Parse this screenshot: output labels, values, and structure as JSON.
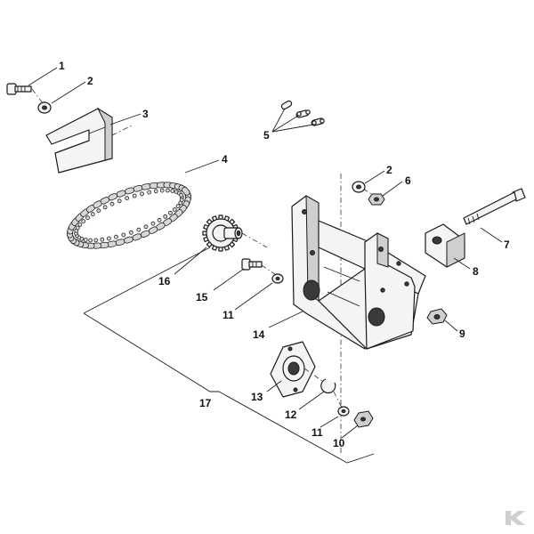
{
  "diagram": {
    "callouts": [
      {
        "id": "c1",
        "text": "1"
      },
      {
        "id": "c2a",
        "text": "2"
      },
      {
        "id": "c3",
        "text": "3"
      },
      {
        "id": "c4",
        "text": "4"
      },
      {
        "id": "c5",
        "text": "5"
      },
      {
        "id": "c2b",
        "text": "2"
      },
      {
        "id": "c6",
        "text": "6"
      },
      {
        "id": "c7",
        "text": "7"
      },
      {
        "id": "c8",
        "text": "8"
      },
      {
        "id": "c9",
        "text": "9"
      },
      {
        "id": "c16",
        "text": "16"
      },
      {
        "id": "c15",
        "text": "15"
      },
      {
        "id": "c11a",
        "text": "11"
      },
      {
        "id": "c14",
        "text": "14"
      },
      {
        "id": "c13",
        "text": "13"
      },
      {
        "id": "c12",
        "text": "12"
      },
      {
        "id": "c11b",
        "text": "11"
      },
      {
        "id": "c10",
        "text": "10"
      },
      {
        "id": "c17",
        "text": "17"
      }
    ]
  },
  "logo": {
    "icon": "brand-logo-icon",
    "color": "#cfcfcf"
  }
}
